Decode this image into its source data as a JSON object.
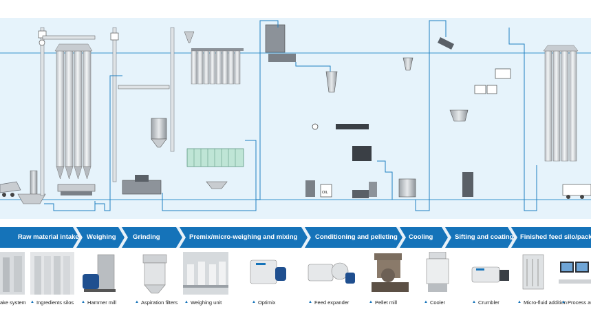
{
  "stages": [
    {
      "label": "Raw material intake"
    },
    {
      "label": "Weighing"
    },
    {
      "label": "Grinding"
    },
    {
      "label": "Premix/micro-weighing and mixing"
    },
    {
      "label": "Conditioning and pelleting"
    },
    {
      "label": "Cooling"
    },
    {
      "label": "Sifting and coating"
    },
    {
      "label": "Finished feed silo/packing"
    }
  ],
  "equipment": [
    {
      "label": "ake system",
      "icon": "intake-system-photo",
      "marker": ""
    },
    {
      "label": "Ingredients silos",
      "icon": "silo-photo",
      "marker": "▲"
    },
    {
      "label": "Hammer mill",
      "icon": "hammer-mill-photo",
      "marker": "▲"
    },
    {
      "label": "Aspiration filters",
      "icon": "aspiration-filter-photo",
      "marker": "▲"
    },
    {
      "label": "Weighing unit",
      "icon": "weighing-unit-photo",
      "marker": "▲"
    },
    {
      "label": "Optimix",
      "icon": "optimix-mixer-photo",
      "marker": "▲"
    },
    {
      "label": "Feed expander",
      "icon": "feed-expander-photo",
      "marker": "▲"
    },
    {
      "label": "Pellet mill",
      "icon": "pellet-mill-photo",
      "marker": "▲"
    },
    {
      "label": "Cooler",
      "icon": "cooler-photo",
      "marker": "▲"
    },
    {
      "label": "Crumbler",
      "icon": "crumbler-photo",
      "marker": "▲"
    },
    {
      "label": "Micro-fluid addition",
      "icon": "micro-fluid-photo",
      "marker": "▲"
    },
    {
      "label": "Process aut",
      "icon": "process-automation-photo",
      "marker": "▲"
    }
  ],
  "diagram_labels": {
    "oil_tank": "OIL"
  },
  "colors": {
    "banner": "#1573b9",
    "pipe": "#1e7fc0",
    "background_band": "#e6f3fb",
    "equipment_grey": "#c8ccd0",
    "dark_equipment": "#3a3f45"
  }
}
